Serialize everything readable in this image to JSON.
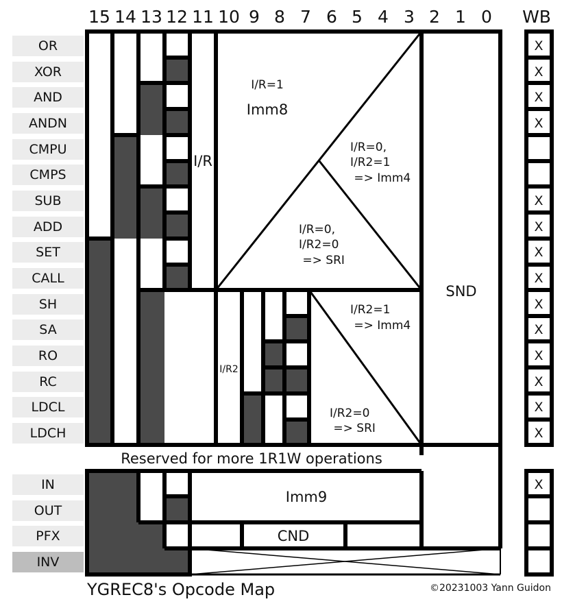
{
  "header": {
    "bits": [
      "15",
      "14",
      "13",
      "12",
      "11",
      "10",
      "9",
      "8",
      "7",
      "6",
      "5",
      "4",
      "3",
      "2",
      "1",
      "0"
    ],
    "wb_label": "WB"
  },
  "opcodes": [
    {
      "label": "OR",
      "wb": "X"
    },
    {
      "label": "XOR",
      "wb": "X"
    },
    {
      "label": "AND",
      "wb": "X"
    },
    {
      "label": "ANDN",
      "wb": "X"
    },
    {
      "label": "CMPU",
      "wb": ""
    },
    {
      "label": "CMPS",
      "wb": ""
    },
    {
      "label": "SUB",
      "wb": "X"
    },
    {
      "label": "ADD",
      "wb": "X"
    },
    {
      "label": "SET",
      "wb": "X"
    },
    {
      "label": "CALL",
      "wb": "X"
    },
    {
      "label": "SH",
      "wb": "X"
    },
    {
      "label": "SA",
      "wb": "X"
    },
    {
      "label": "RO",
      "wb": "X"
    },
    {
      "label": "RC",
      "wb": "X"
    },
    {
      "label": "LDCL",
      "wb": "X"
    },
    {
      "label": "LDCH",
      "wb": "X"
    },
    {
      "label": "IN",
      "wb": "X"
    },
    {
      "label": "OUT",
      "wb": ""
    },
    {
      "label": "PFX",
      "wb": ""
    },
    {
      "label": "INV",
      "wb": ""
    }
  ],
  "fields": {
    "ir": "I/R",
    "ir_eq_1": "I/R=1",
    "imm8": "Imm8",
    "ir0_ir2_1": [
      "I/R=0,",
      "I/R2=1",
      " => Imm4"
    ],
    "ir0_ir2_0": [
      "I/R=0,",
      "I/R2=0",
      " => SRI"
    ],
    "ir2": "I/R2",
    "ir2_1": [
      "I/R2=1",
      " => Imm4"
    ],
    "ir2_0": [
      "I/R2=0",
      " => SRI"
    ],
    "snd": "SND",
    "reserved": "Reserved for more 1R1W operations",
    "imm9": "Imm9",
    "cnd": "CND"
  },
  "footer": {
    "title": "YGREC8's Opcode Map",
    "credit": "©20231003 Yann Guidon"
  },
  "colors": {
    "dark": "#4a4a4a",
    "line": "#000000",
    "label_bg": "#ececec",
    "inv_bg": "#bdbdbd"
  }
}
